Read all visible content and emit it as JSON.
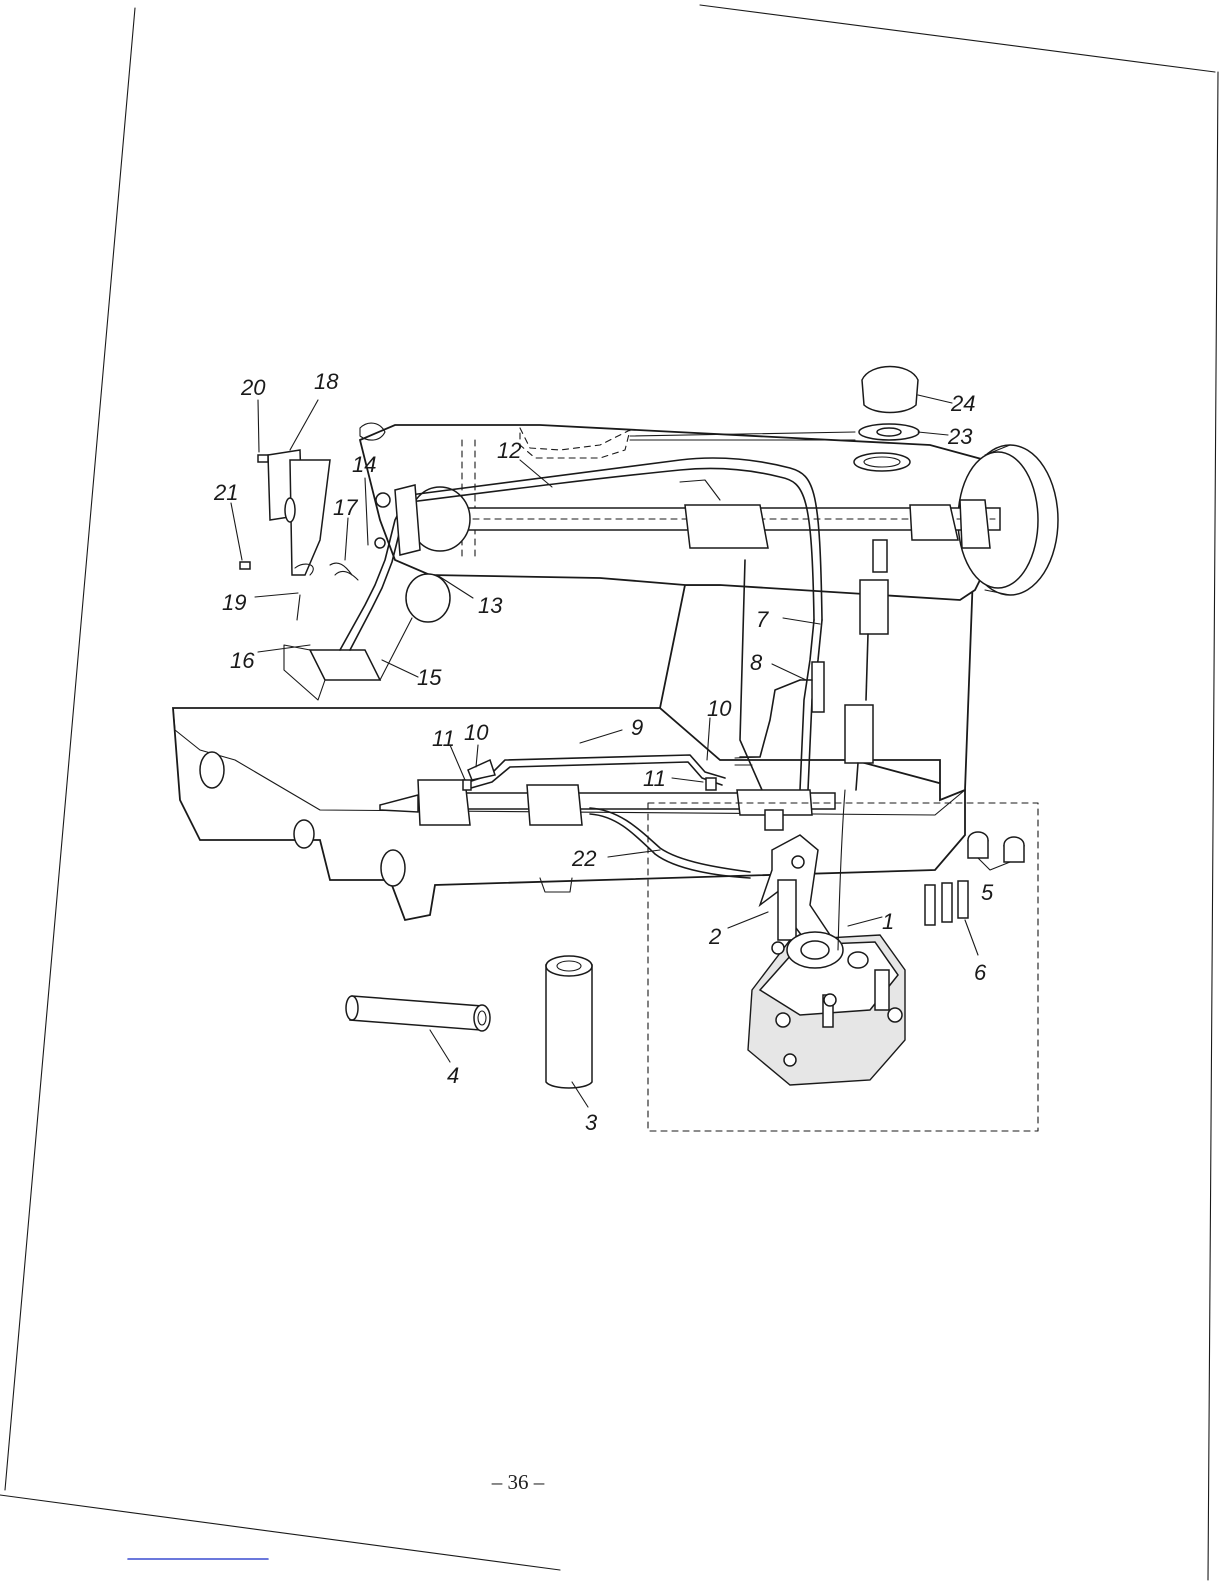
{
  "page": {
    "number": "– 36 –"
  },
  "callouts": [
    {
      "id": "1",
      "label": "1"
    },
    {
      "id": "2",
      "label": "2"
    },
    {
      "id": "3",
      "label": "3"
    },
    {
      "id": "4",
      "label": "4"
    },
    {
      "id": "5",
      "label": "5"
    },
    {
      "id": "6",
      "label": "6"
    },
    {
      "id": "7",
      "label": "7"
    },
    {
      "id": "8",
      "label": "8"
    },
    {
      "id": "9",
      "label": "9"
    },
    {
      "id": "10a",
      "label": "10"
    },
    {
      "id": "10b",
      "label": "10"
    },
    {
      "id": "11a",
      "label": "11"
    },
    {
      "id": "11b",
      "label": "11"
    },
    {
      "id": "12",
      "label": "12"
    },
    {
      "id": "13",
      "label": "13"
    },
    {
      "id": "14",
      "label": "14"
    },
    {
      "id": "15",
      "label": "15"
    },
    {
      "id": "16",
      "label": "16"
    },
    {
      "id": "17",
      "label": "17"
    },
    {
      "id": "18",
      "label": "18"
    },
    {
      "id": "19",
      "label": "19"
    },
    {
      "id": "20",
      "label": "20"
    },
    {
      "id": "21",
      "label": "21"
    },
    {
      "id": "22",
      "label": "22"
    },
    {
      "id": "23",
      "label": "23"
    },
    {
      "id": "24",
      "label": "24"
    }
  ]
}
